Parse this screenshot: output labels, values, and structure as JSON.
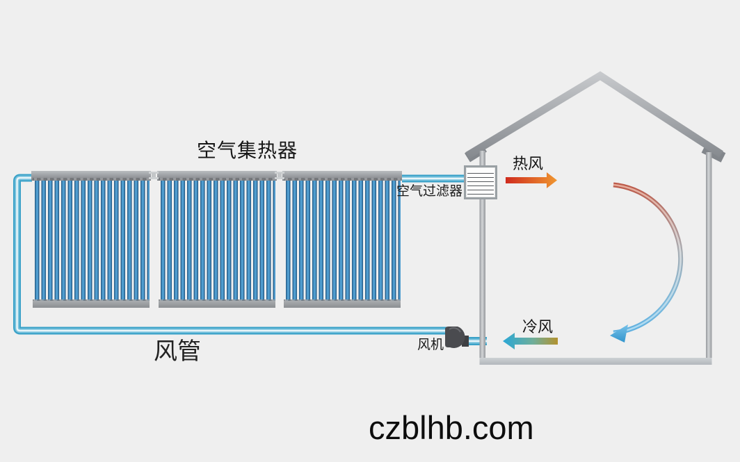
{
  "diagram": {
    "collector_label": "空气集热器",
    "filter_label": "空气过滤器",
    "hot_air_label": "热风",
    "cold_air_label": "冷风",
    "fan_label": "风机",
    "duct_label": "风管",
    "watermark": "czblhb.com",
    "collector": {
      "panels": 3,
      "tubes_per_panel": 18
    },
    "colors": {
      "background": "#efefef",
      "pipe_outer": "#3ba2c8",
      "pipe_inner": "#7cc4de",
      "pipe_core": "#e9f5f9",
      "tube_dark": "#2a6390",
      "tube_light": "#4f9cce",
      "frame_gray": "#96999d",
      "house_gray_light": "#c8cacd",
      "house_gray_dark": "#888c91",
      "hot_arrow_start": "#cf2b1e",
      "hot_arrow_end": "#ef9630",
      "cold_arrow_start": "#2aa7d6",
      "cold_arrow_end": "#b3922f",
      "arc_hot": "#bd5a49",
      "arc_mid": "#a8aeb4",
      "arc_cold": "#5fb0e0",
      "fan_dark": "#4a4b4f",
      "text": "#111111"
    }
  }
}
